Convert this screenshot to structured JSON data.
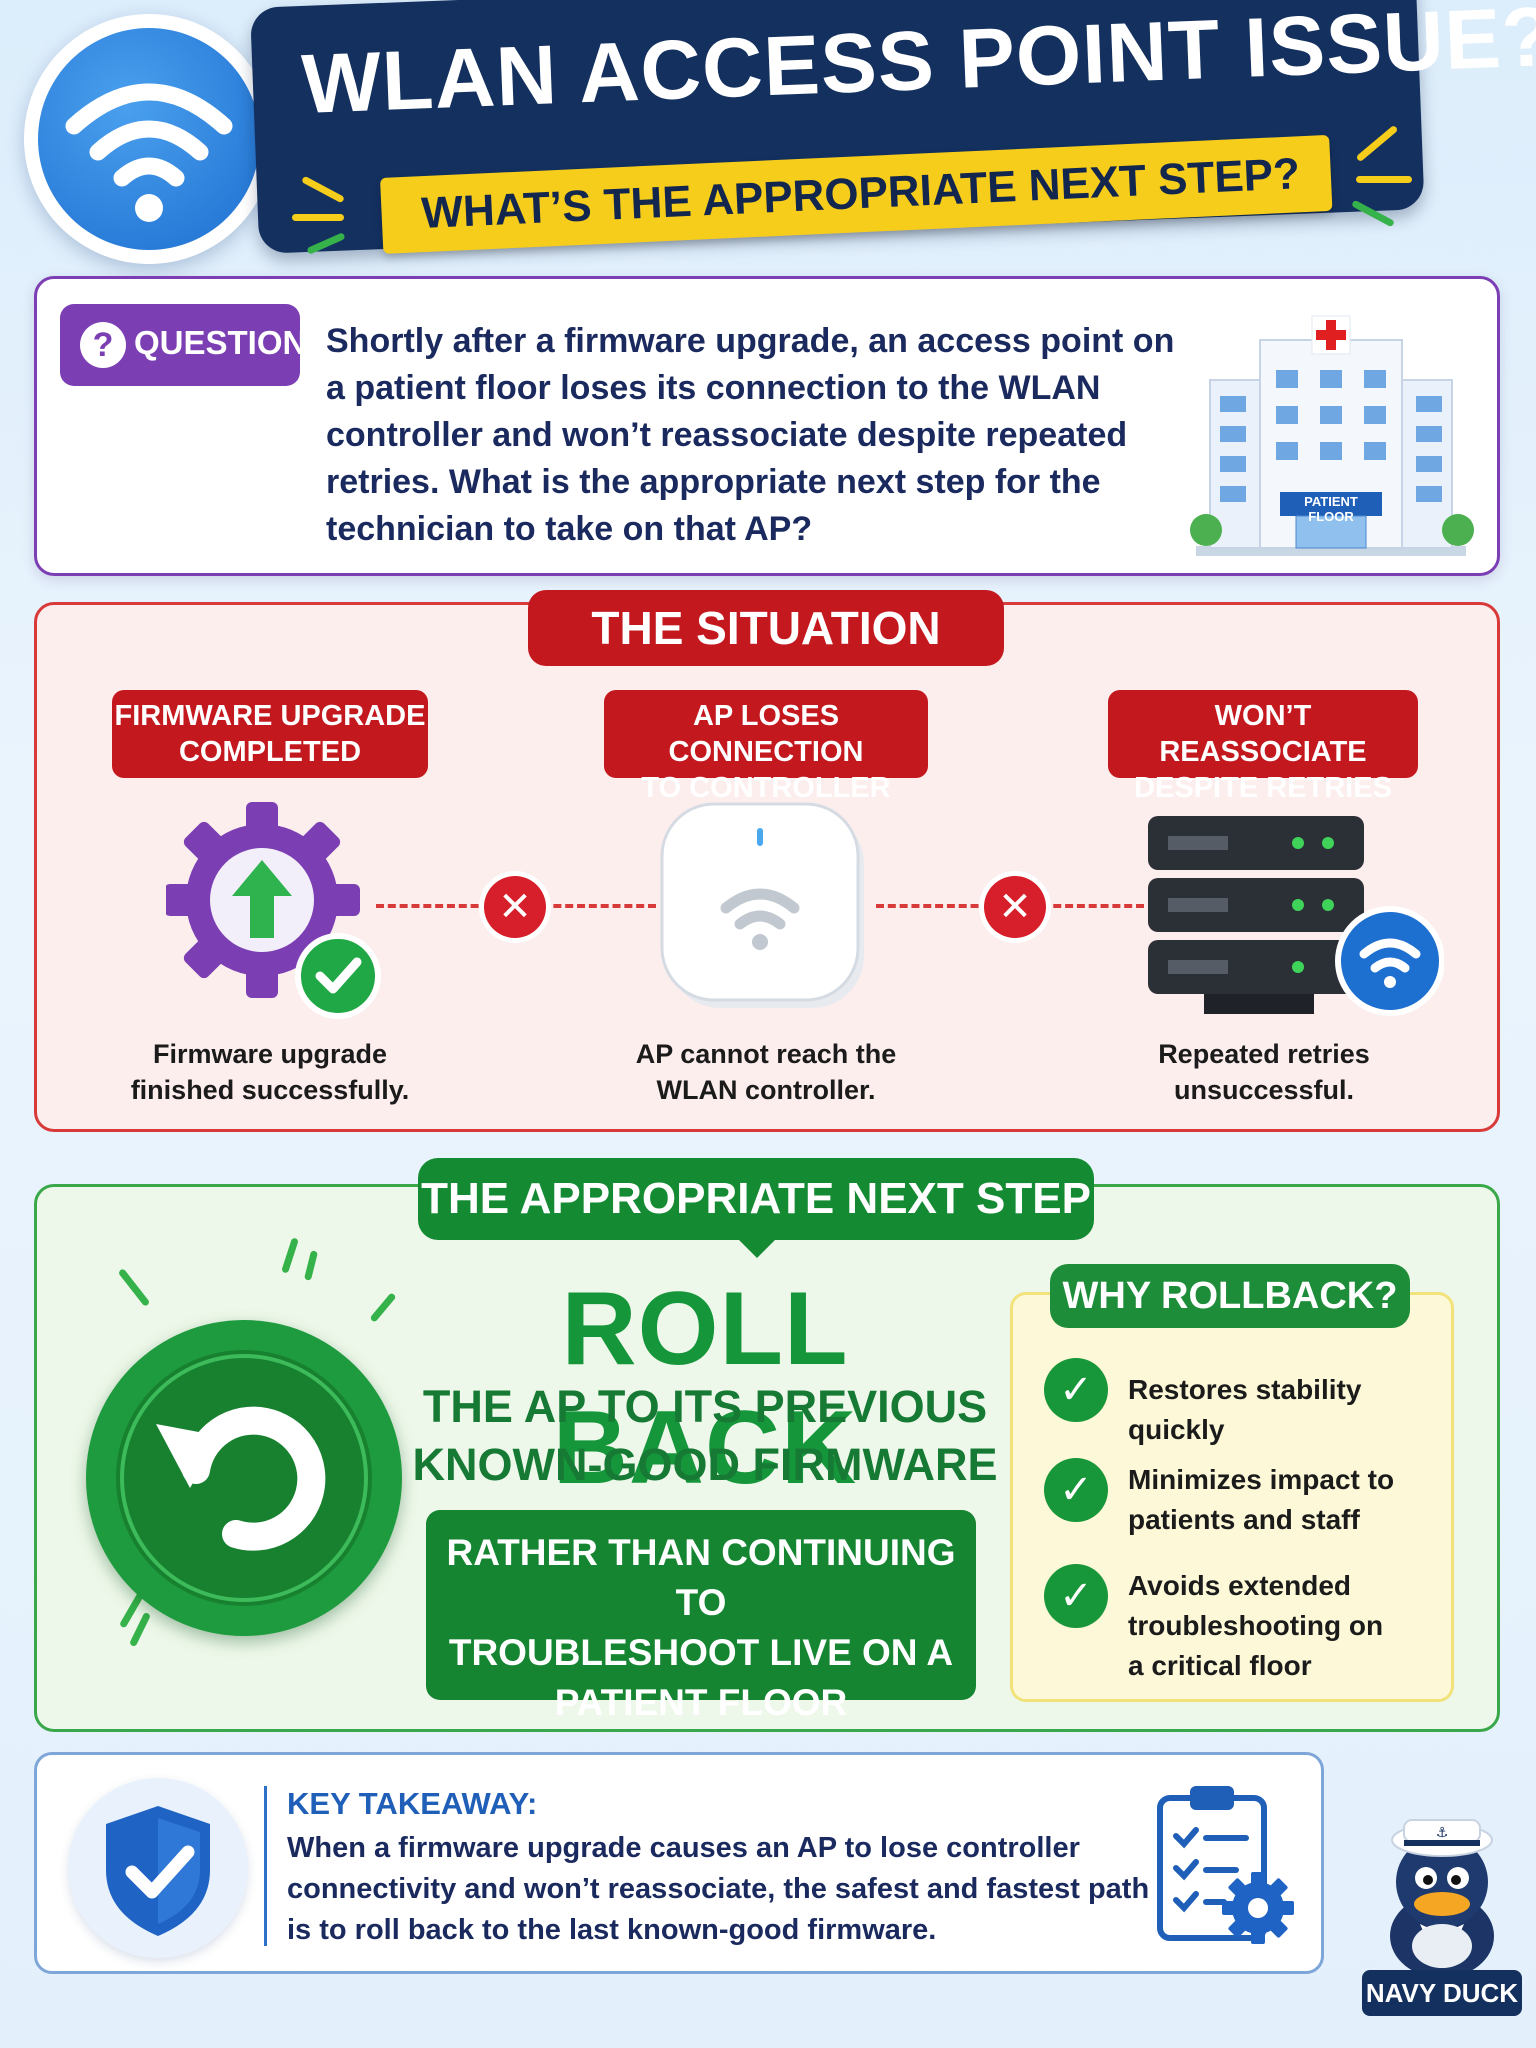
{
  "header": {
    "title": "WLAN ACCESS POINT ISSUE?",
    "subtitle": "WHAT’S THE APPROPRIATE NEXT STEP?"
  },
  "question": {
    "label": "QUESTION:",
    "icon": "question-icon",
    "text": "Shortly after a firmware upgrade, an access point on a patient floor loses its connection to the WLAN controller and won’t reassociate despite repeated retries. What is the appropriate next step for the technician to take on that AP?",
    "building_sign": "PATIENT FLOOR"
  },
  "situation": {
    "title": "THE SITUATION",
    "steps": [
      {
        "label_line1": "FIRMWARE UPGRADE",
        "label_line2": "COMPLETED",
        "caption_line1": "Firmware upgrade",
        "caption_line2": "finished successfully.",
        "icon": "gear-upload-icon"
      },
      {
        "label_line1": "AP LOSES CONNECTION",
        "label_line2": "TO CONTROLLER",
        "caption_line1": "AP cannot reach the",
        "caption_line2": "WLAN controller.",
        "icon": "access-point-icon"
      },
      {
        "label_line1": "WON’T REASSOCIATE",
        "label_line2": "DESPITE RETRIES",
        "caption_line1": "Repeated retries",
        "caption_line2": "unsuccessful.",
        "icon": "server-wifi-icon"
      }
    ]
  },
  "next_step": {
    "title": "THE APPROPRIATE NEXT STEP",
    "headline": "ROLL BACK",
    "sub_line1": "THE AP TO ITS PREVIOUS",
    "sub_line2": "KNOWN-GOOD FIRMWARE",
    "rather_line1": "RATHER THAN CONTINUING TO",
    "rather_line2": "TROUBLESHOOT LIVE ON A",
    "rather_line3": "PATIENT FLOOR",
    "why": {
      "title": "WHY ROLLBACK?",
      "items": [
        {
          "line1": "Restores stability quickly",
          "line2": "",
          "line3": ""
        },
        {
          "line1": "Minimizes impact to",
          "line2": "patients and staff",
          "line3": ""
        },
        {
          "line1": "Avoids extended",
          "line2": "troubleshooting on",
          "line3": "a critical floor"
        }
      ]
    }
  },
  "takeaway": {
    "label": "KEY TAKEAWAY:",
    "text": "When a firmware upgrade causes an AP to lose controller connectivity and won’t reassociate, the safest and fastest path is to roll back to the last known-good firmware."
  },
  "mascot": {
    "label": "NAVY DUCK"
  },
  "colors": {
    "navy": "#13305f",
    "yellow": "#f7cd1b",
    "purple": "#7b3fb3",
    "red": "#c4181f",
    "green": "#148a33",
    "blue": "#1f5fb8"
  }
}
